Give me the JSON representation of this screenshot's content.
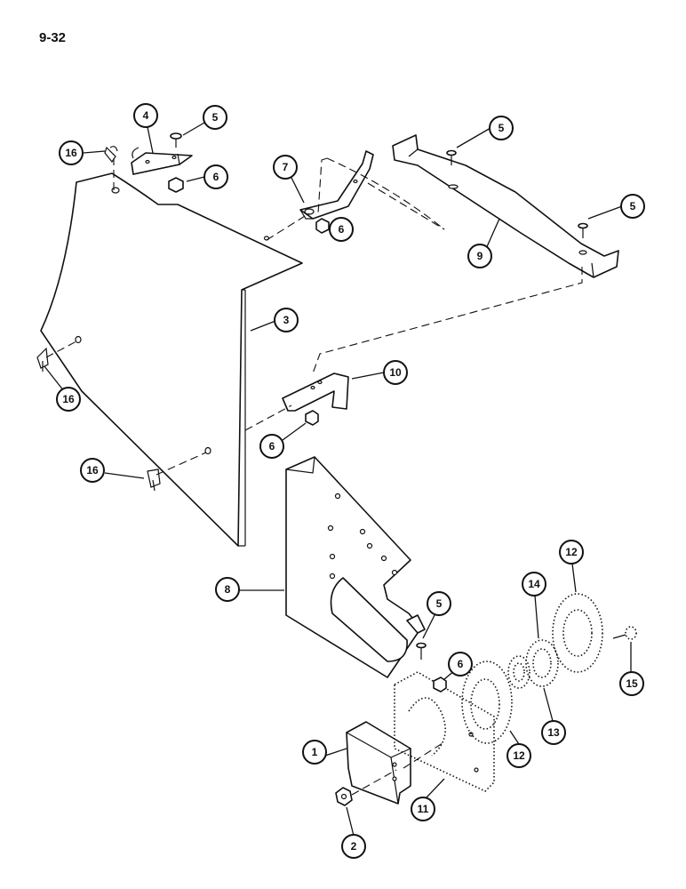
{
  "page_number": "9-32",
  "callouts": [
    {
      "id": "c1",
      "label": "1"
    },
    {
      "id": "c2",
      "label": "2"
    },
    {
      "id": "c3",
      "label": "3"
    },
    {
      "id": "c4",
      "label": "4"
    },
    {
      "id": "c5a",
      "label": "5"
    },
    {
      "id": "c5b",
      "label": "5"
    },
    {
      "id": "c5c",
      "label": "5"
    },
    {
      "id": "c5d",
      "label": "5"
    },
    {
      "id": "c6a",
      "label": "6"
    },
    {
      "id": "c6b",
      "label": "6"
    },
    {
      "id": "c6c",
      "label": "6"
    },
    {
      "id": "c6d",
      "label": "6"
    },
    {
      "id": "c7",
      "label": "7"
    },
    {
      "id": "c8",
      "label": "8"
    },
    {
      "id": "c9",
      "label": "9"
    },
    {
      "id": "c10",
      "label": "10"
    },
    {
      "id": "c11",
      "label": "11"
    },
    {
      "id": "c12a",
      "label": "12"
    },
    {
      "id": "c12b",
      "label": "12"
    },
    {
      "id": "c13",
      "label": "13"
    },
    {
      "id": "c14",
      "label": "14"
    },
    {
      "id": "c15",
      "label": "15"
    },
    {
      "id": "c16a",
      "label": "16"
    },
    {
      "id": "c16b",
      "label": "16"
    },
    {
      "id": "c16c",
      "label": "16"
    }
  ]
}
